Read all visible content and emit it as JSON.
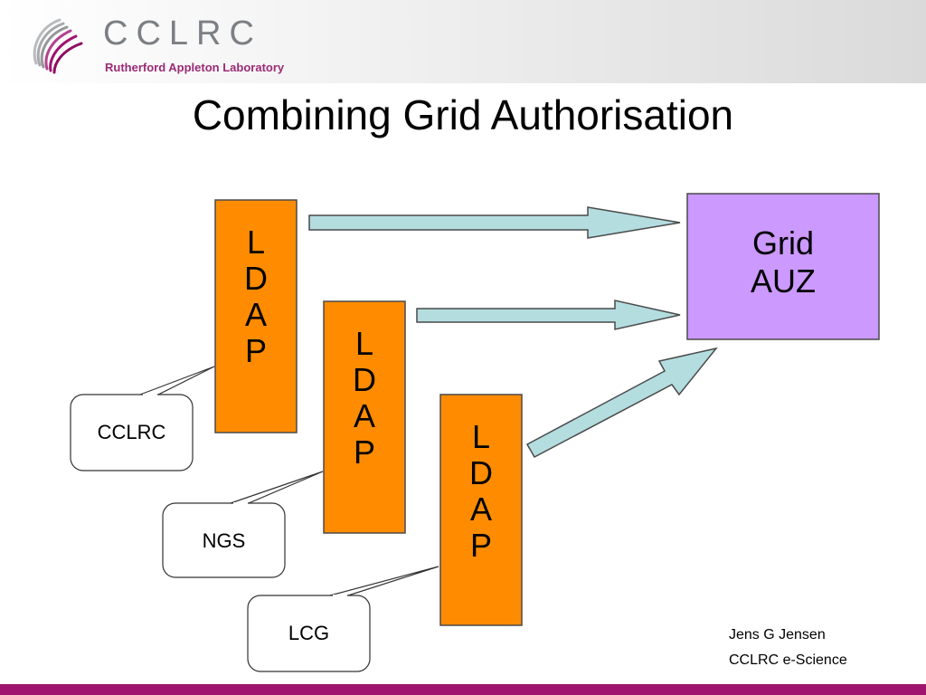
{
  "header": {
    "logo_name": "CCLRC",
    "logo_subtitle": "Rutherford Appleton Laboratory"
  },
  "slide": {
    "title": "Combining Grid Authorisation"
  },
  "diagram": {
    "ldap_boxes": [
      {
        "letters": [
          "L",
          "D",
          "A",
          "P"
        ]
      },
      {
        "letters": [
          "L",
          "D",
          "A",
          "P"
        ]
      },
      {
        "letters": [
          "L",
          "D",
          "A",
          "P"
        ]
      }
    ],
    "target": {
      "lines": [
        "Grid",
        "AUZ"
      ]
    },
    "callouts": [
      {
        "label": "CCLRC"
      },
      {
        "label": "NGS"
      },
      {
        "label": "LCG"
      }
    ],
    "colors": {
      "ldap_fill": "#ff8c00",
      "auz_fill": "#cc99ff",
      "arrow_fill": "#b4dde0",
      "accent": "#a0136e"
    }
  },
  "footer": {
    "author": "Jens G Jensen",
    "organisation": "CCLRC e-Science"
  }
}
